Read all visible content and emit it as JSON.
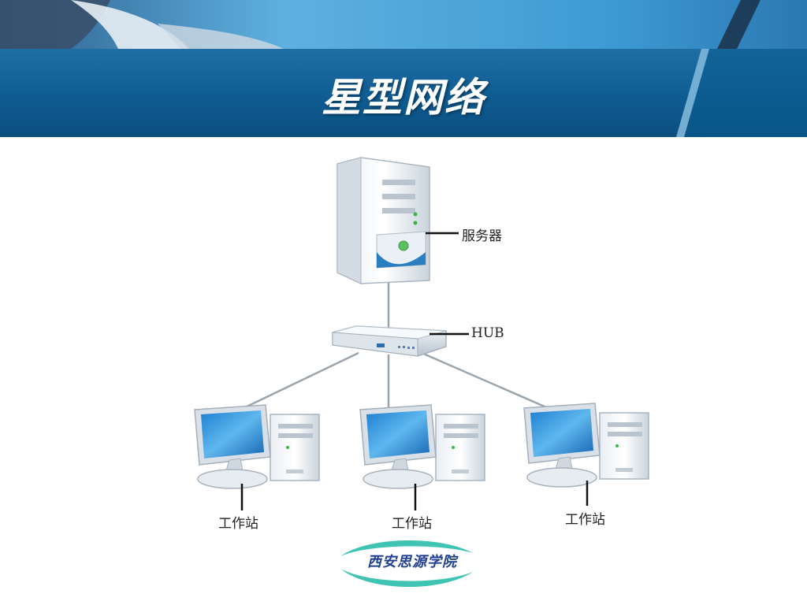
{
  "slide": {
    "title": "星型网络"
  },
  "diagram": {
    "server_label": "服务器",
    "hub_label": "HUB",
    "workstations": [
      {
        "label": "工作站"
      },
      {
        "label": "工作站"
      },
      {
        "label": "工作站"
      }
    ]
  },
  "logo": {
    "text": "西安思源学院"
  },
  "colors": {
    "title_band": "#0f5c92",
    "logo_arc": "#3fc4b4",
    "logo_text": "#1f3f8f"
  }
}
